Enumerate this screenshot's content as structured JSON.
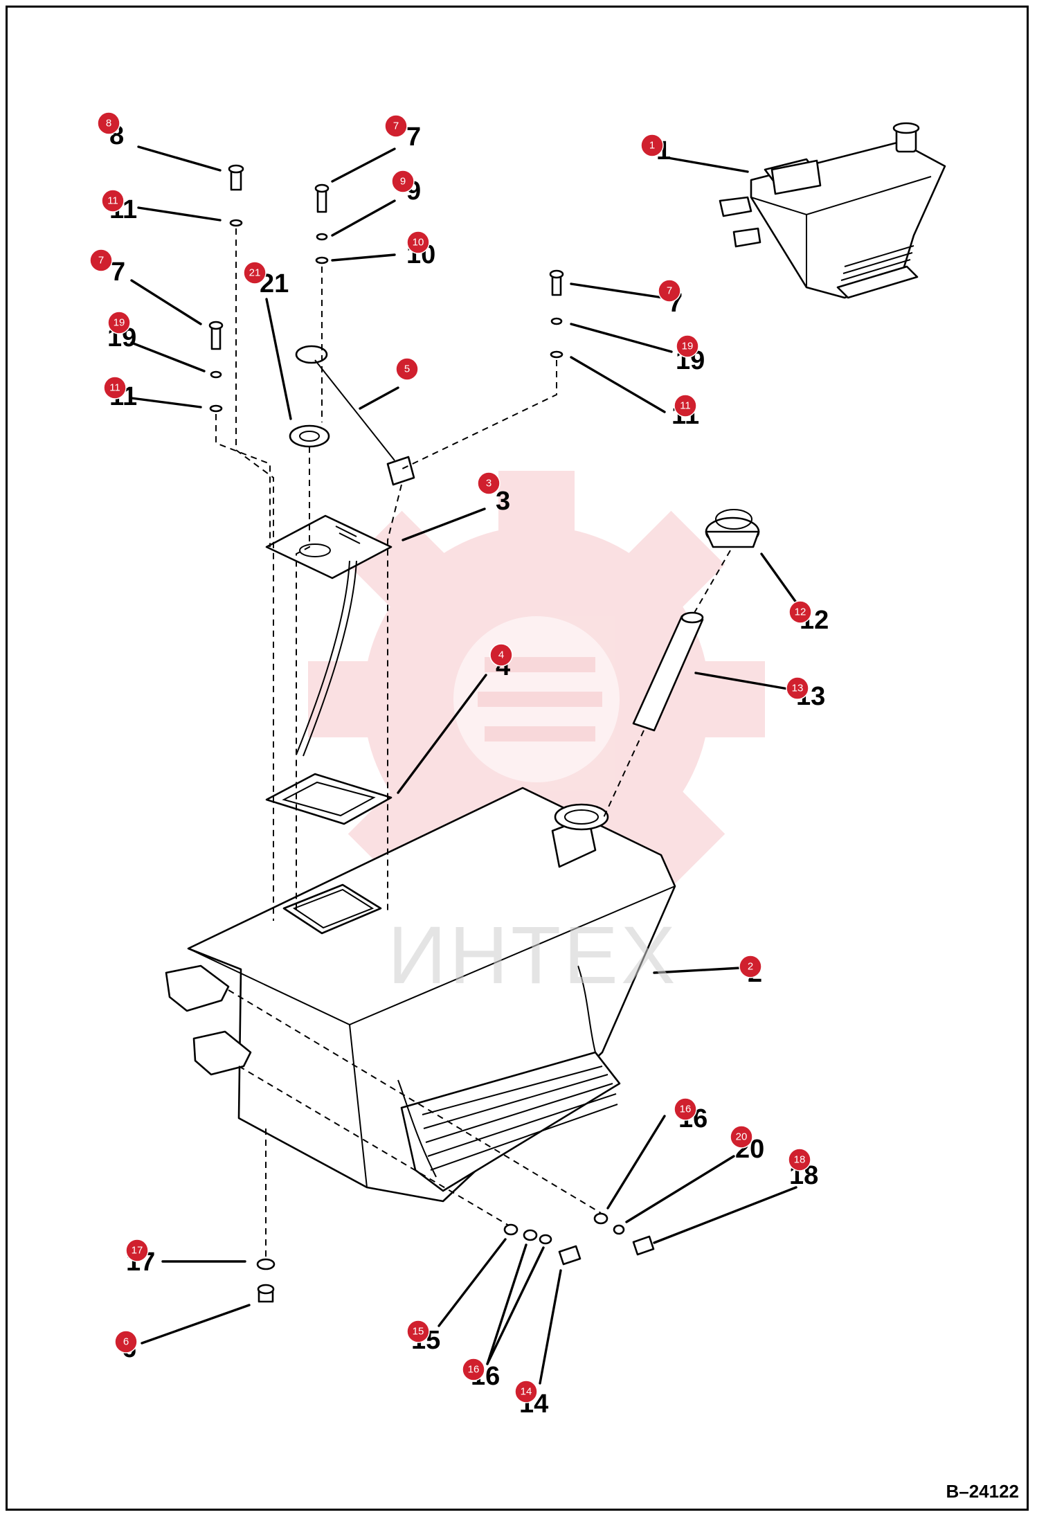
{
  "watermark": {
    "text": "ИНТЕХ",
    "color": "#f6c8cb"
  },
  "drawing_id": "B–24122",
  "badge_color": "#d0202e",
  "callouts": [
    {
      "num": "1",
      "part": "fuel-tank-assembly"
    },
    {
      "num": "2",
      "part": "fuel-tank"
    },
    {
      "num": "3",
      "part": "fuel-sender-plate"
    },
    {
      "num": "4",
      "part": "gasket"
    },
    {
      "num": "5",
      "part": "fuel-sender-hose"
    },
    {
      "num": "6",
      "part": "drain-plug"
    },
    {
      "num": "7",
      "part": "bolt"
    },
    {
      "num": "8",
      "part": "bolt"
    },
    {
      "num": "9",
      "part": "lock-washer"
    },
    {
      "num": "10",
      "part": "washer"
    },
    {
      "num": "11",
      "part": "washer"
    },
    {
      "num": "12",
      "part": "filler-cap"
    },
    {
      "num": "13",
      "part": "filler-tube"
    },
    {
      "num": "14",
      "part": "bolt"
    },
    {
      "num": "15",
      "part": "nut"
    },
    {
      "num": "16",
      "part": "washer"
    },
    {
      "num": "17",
      "part": "o-ring"
    },
    {
      "num": "18",
      "part": "bolt"
    },
    {
      "num": "19",
      "part": "lock-washer"
    },
    {
      "num": "20",
      "part": "lock-washer"
    },
    {
      "num": "21",
      "part": "gasket"
    }
  ]
}
